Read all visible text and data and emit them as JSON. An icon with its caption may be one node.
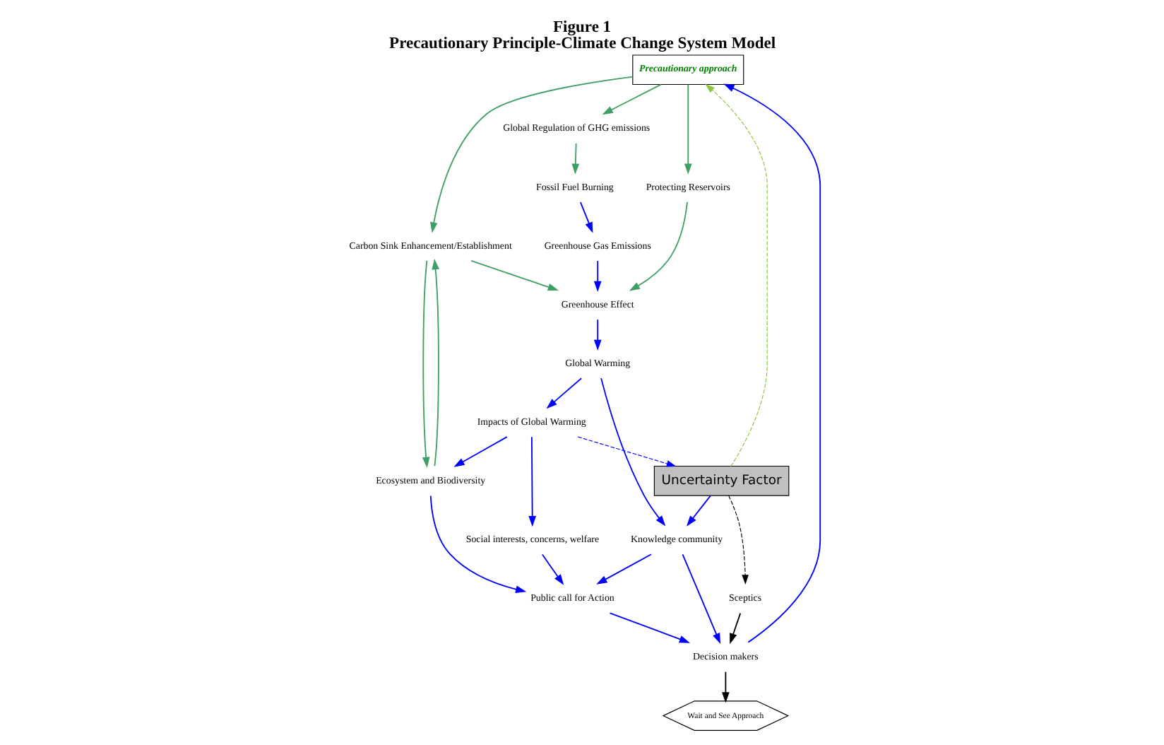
{
  "diagram": {
    "title": "Precautionary Principle-Climate Change System Model",
    "nodes": [
      {
        "text": [
          "Precautionary approach"
        ]
      },
      {
        "text": [
          "Carbon Sink Enhancement/Establishment"
        ]
      },
      {
        "text": [
          "Protecting Reservoirs"
        ]
      },
      {
        "text": [
          "Greenhouse Effect"
        ]
      },
      {
        "text": [
          "Uncertainty Factor"
        ]
      },
      {
        "text": [
          "Greenhouse Gas Emissions"
        ]
      },
      {
        "text": [
          "Global Warming"
        ]
      },
      {
        "text": [
          "Ecosystem and Biodiversity"
        ]
      },
      {
        "text": [
          "Global Regulation of GHG emissions"
        ]
      },
      {
        "text": [
          "Fossil Fuel Burning"
        ]
      },
      {
        "text": [
          "Impacts of Global Warming"
        ]
      },
      {
        "text": [
          "Sceptics"
        ]
      },
      {
        "text": [
          "Decision makers"
        ]
      },
      {
        "text": [
          "Knowledge community"
        ]
      },
      {
        "text": [
          "Social interests, concerns, welfare"
        ]
      },
      {
        "text": [
          "Public call for Action"
        ]
      },
      {
        "text": [
          "Wait and See Approach"
        ]
      }
    ],
    "edges": [
      {
        "from": 0,
        "to": 1,
        "arrow": "to",
        "color": "#3f9f66"
      },
      {
        "from": 0,
        "to": 2,
        "arrow": "to",
        "color": "#3f9f66"
      },
      {
        "from": 0,
        "to": 8,
        "arrow": "to",
        "color": "#3f9f66"
      },
      {
        "from": 1,
        "to": 3,
        "arrow": "to",
        "color": "#3f9f66"
      },
      {
        "from": 1,
        "to": 7,
        "arrow": "to",
        "color": "#3f9f66"
      },
      {
        "from": 7,
        "to": 1,
        "arrow": "to",
        "color": "#3f9f66"
      },
      {
        "from": 2,
        "to": 3,
        "arrow": "to",
        "color": "#3f9f66"
      },
      {
        "from": 8,
        "to": 9,
        "arrow": "to",
        "color": "#3f9f66"
      },
      {
        "from": 4,
        "to": 0,
        "arrow": "to",
        "style": "dashed",
        "color": "#8cc63f"
      },
      {
        "from": 9,
        "to": 5,
        "arrow": "to"
      },
      {
        "from": 5,
        "to": 3,
        "arrow": "to"
      },
      {
        "from": 3,
        "to": 6,
        "arrow": "to"
      },
      {
        "from": 6,
        "to": 10,
        "arrow": "to"
      },
      {
        "from": 10,
        "to": 7,
        "arrow": "to"
      },
      {
        "from": 10,
        "to": 4,
        "arrow": "to",
        "style": "dashed"
      },
      {
        "from": 10,
        "to": 14,
        "arrow": "to"
      },
      {
        "from": 6,
        "to": 13,
        "arrow": "to"
      },
      {
        "from": 4,
        "to": 13,
        "arrow": "to"
      },
      {
        "from": 4,
        "to": 11,
        "arrow": "to",
        "style": "dashed",
        "color": "#000000"
      },
      {
        "from": 11,
        "to": 12,
        "arrow": "to",
        "color": "#000000"
      },
      {
        "from": 13,
        "to": 12,
        "arrow": "to"
      },
      {
        "from": 13,
        "to": 15,
        "arrow": "to"
      },
      {
        "from": 14,
        "to": 15,
        "arrow": "to"
      },
      {
        "from": 7,
        "to": 15,
        "arrow": "to"
      },
      {
        "from": 15,
        "to": 12,
        "arrow": "to"
      },
      {
        "from": 12,
        "to": 0,
        "arrow": "to"
      },
      {
        "from": 12,
        "to": 16,
        "arrow": "to",
        "color": "#000000"
      }
    ],
    "labels": [
      "Figure 1"
    ]
  }
}
